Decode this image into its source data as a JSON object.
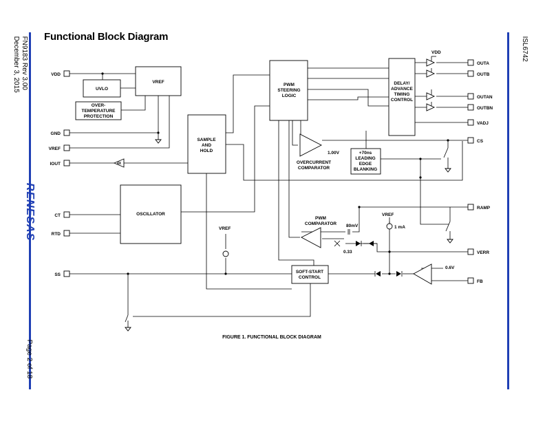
{
  "doc": {
    "title": "Functional Block Diagram",
    "left_side": {
      "doc_id": "FN9183 Rev 3.00",
      "date": "December 3, 2015",
      "page": "Page 2 of 18"
    },
    "logo": "RENESAS",
    "right_side": {
      "part": "ISL6742"
    },
    "figure_caption": "FIGURE 1.  FUNCTIONAL BLOCK DIAGRAM"
  },
  "pins_left": {
    "vdd": "VDD",
    "gnd": "GND",
    "vref": "VREF",
    "iout": "IOUT",
    "ct": "CT",
    "rtd": "RTD",
    "ss": "SS"
  },
  "pins_right": {
    "outa": "OUTA",
    "outb": "OUTB",
    "outan": "OUTAN",
    "outbn": "OUTBN",
    "vadj": "VADJ",
    "cs": "CS",
    "ramp": "RAMP",
    "verr": "VERR",
    "fb": "FB"
  },
  "blocks": {
    "vref": "VREF",
    "uvlo": "UVLO",
    "otp": [
      "OVER-",
      "TEMPERATURE",
      "PROTECTION"
    ],
    "sample_hold": [
      "SAMPLE",
      "AND",
      "HOLD"
    ],
    "pwm_logic": [
      "PWM",
      "STEERING",
      "LOGIC"
    ],
    "delay": [
      "DELAY/",
      "ADVANCE",
      "TIMING",
      "CONTROL"
    ],
    "leb": [
      "+70ns",
      "LEADING",
      "EDGE",
      "BLANKING"
    ],
    "oscillator": "OSCILLATOR",
    "soft_start": [
      "SOFT-START",
      "CONTROL"
    ]
  },
  "labels": {
    "vdd_top": "VDD",
    "oc_ref": "1.00V",
    "oc_comp": [
      "OVERCURRENT",
      "COMPARATOR"
    ],
    "pwm_comp": [
      "PWM",
      "COMPARATOR"
    ],
    "vref_ramp": "VREF",
    "vref_ss": "VREF",
    "current_src": "1 mA",
    "offset_80mv": "80mV",
    "gain_033": "0.33",
    "ref_06v": "0.6V",
    "amp_4x": "4X"
  }
}
